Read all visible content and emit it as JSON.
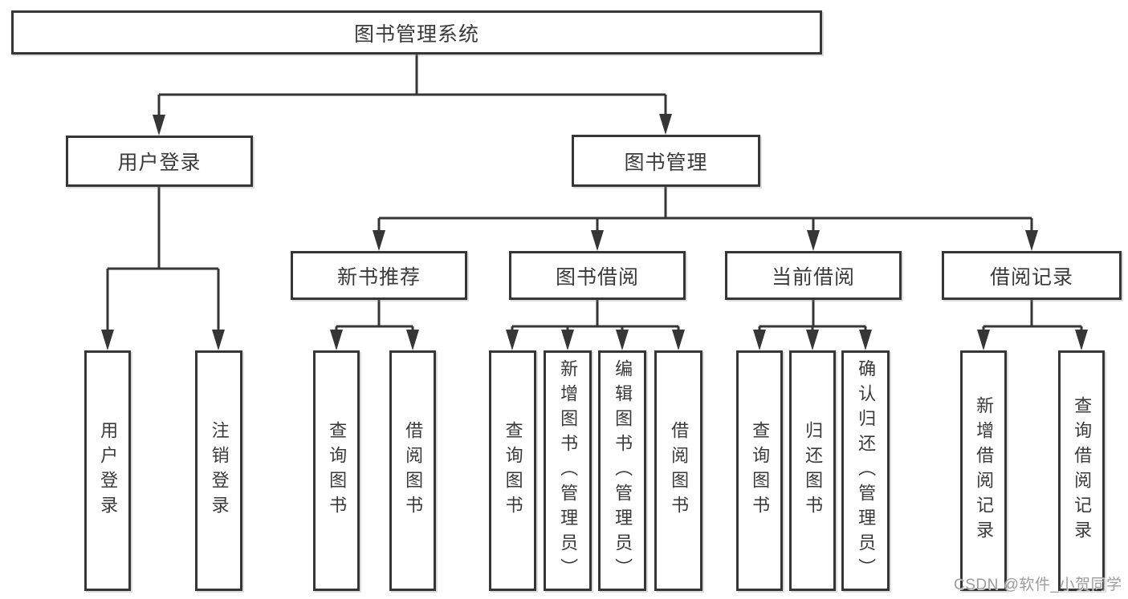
{
  "theme": {
    "line_color": "#363636",
    "text_color": "#3a3a3a",
    "watermark_color": "#9c9c9c",
    "background": "#ffffff"
  },
  "watermark": {
    "text": "CSDN @软件_小贺同学"
  },
  "tree": {
    "root": {
      "label": "图书管理系统"
    },
    "level2": [
      {
        "label": "用户登录"
      },
      {
        "label": "图书管理"
      }
    ],
    "level3": [
      {
        "label": "新书推荐",
        "parent": "图书管理"
      },
      {
        "label": "图书借阅",
        "parent": "图书管理"
      },
      {
        "label": "当前借阅",
        "parent": "图书管理"
      },
      {
        "label": "借阅记录",
        "parent": "图书管理"
      }
    ],
    "leaves": [
      {
        "label": "用户登录",
        "parent": "用户登录"
      },
      {
        "label": "注销登录",
        "parent": "用户登录"
      },
      {
        "label": "查询图书",
        "parent": "新书推荐"
      },
      {
        "label": "借阅图书",
        "parent": "新书推荐"
      },
      {
        "label": "查询图书",
        "parent": "图书借阅"
      },
      {
        "label": "新增图书（管理员）",
        "parent": "图书借阅"
      },
      {
        "label": "编辑图书（管理员）",
        "parent": "图书借阅"
      },
      {
        "label": "借阅图书",
        "parent": "图书借阅"
      },
      {
        "label": "查询图书",
        "parent": "当前借阅"
      },
      {
        "label": "归还图书",
        "parent": "当前借阅"
      },
      {
        "label": "确认归还（管理员）",
        "parent": "当前借阅"
      },
      {
        "label": "新增借阅记录",
        "parent": "借阅记录"
      },
      {
        "label": "查询借阅记录",
        "parent": "借阅记录"
      }
    ]
  }
}
